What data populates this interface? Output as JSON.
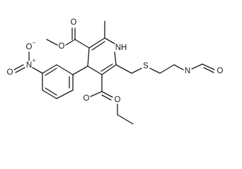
{
  "labels": {
    "ester_top_carbonyl_o": "O",
    "ester_top_alkoxy_o": "O",
    "ring_nh": "NH",
    "ester_bottom_carbonyl_o": "O",
    "ester_bottom_alkoxy_o": "O",
    "thioether_s": "S",
    "amide_n": "N",
    "amide_o": "O",
    "nitro_n": "N",
    "nitro_n_charge": "+",
    "nitro_o_single": "O",
    "nitro_o_charge": "−",
    "nitro_o_double": "O"
  },
  "colors": {
    "ink": "#1a1a1a",
    "background": "#ffffff"
  }
}
